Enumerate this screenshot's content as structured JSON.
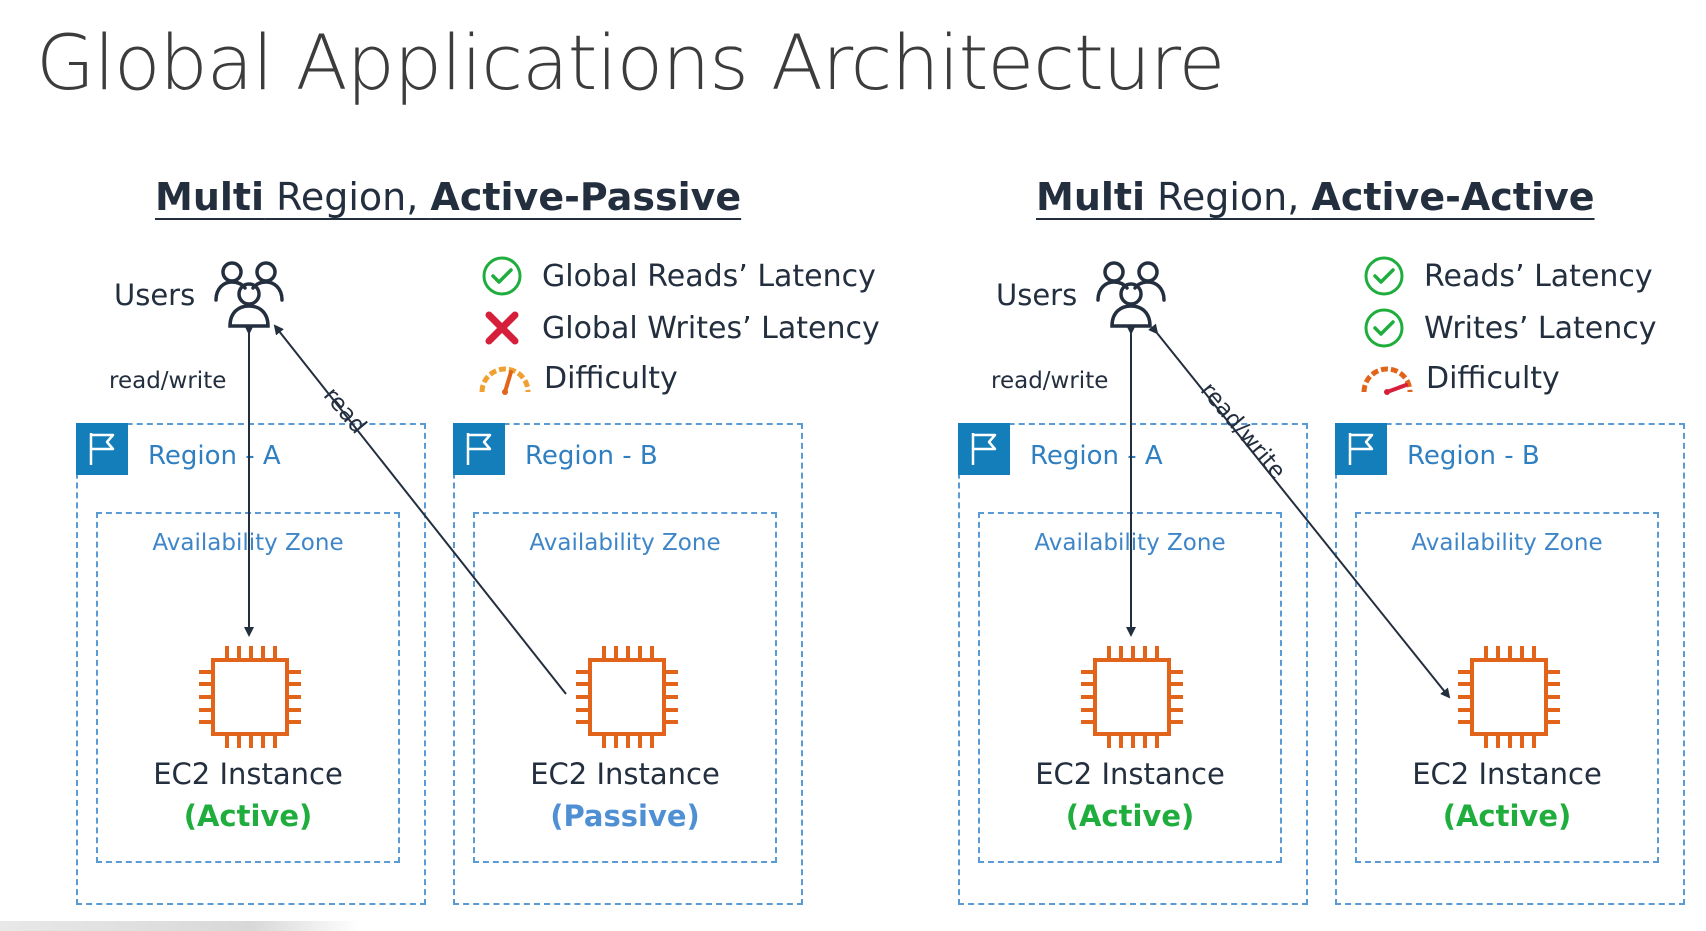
{
  "title": "Global Applications Architecture",
  "colors": {
    "region_border": "#5a9bd5",
    "region_flag_bg": "#147eba",
    "ec2_orange": "#e2641b",
    "active_green": "#1fae3d",
    "passive_blue": "#4f8fd4",
    "check_green": "#1fae3d",
    "cross_red": "#d6203b",
    "gauge_low": "#f0a030",
    "gauge_high": "#e2641b"
  },
  "panels": [
    {
      "title_parts": [
        "Multi",
        " Region, ",
        "Active-Passive"
      ],
      "users_label": "Users",
      "rw_label": "read/write",
      "arrow_label": "read",
      "legend": [
        {
          "icon": "check-icon",
          "text": "Global Reads’ Latency"
        },
        {
          "icon": "cross-icon",
          "text": "Global Writes’ Latency"
        },
        {
          "icon": "gauge-medium-icon",
          "text": "Difficulty"
        }
      ],
      "regions": [
        {
          "label": "Region - A",
          "az_label": "Availability Zone",
          "ec2_name": "EC2 Instance",
          "ec2_state": "(Active)",
          "state": "active"
        },
        {
          "label": "Region - B",
          "az_label": "Availability Zone",
          "ec2_name": "EC2 Instance",
          "ec2_state": "(Passive)",
          "state": "passive"
        }
      ]
    },
    {
      "title_parts": [
        "Multi",
        " Region, ",
        "Active-Active"
      ],
      "users_label": "Users",
      "rw_label": "read/write",
      "arrow_label": "read/write",
      "legend": [
        {
          "icon": "check-icon",
          "text": "Reads’ Latency"
        },
        {
          "icon": "check-icon",
          "text": "Writes’ Latency"
        },
        {
          "icon": "gauge-high-icon",
          "text": "Difficulty"
        }
      ],
      "regions": [
        {
          "label": "Region - A",
          "az_label": "Availability Zone",
          "ec2_name": "EC2 Instance",
          "ec2_state": "(Active)",
          "state": "active"
        },
        {
          "label": "Region - B",
          "az_label": "Availability Zone",
          "ec2_name": "EC2 Instance",
          "ec2_state": "(Active)",
          "state": "active"
        }
      ]
    }
  ]
}
